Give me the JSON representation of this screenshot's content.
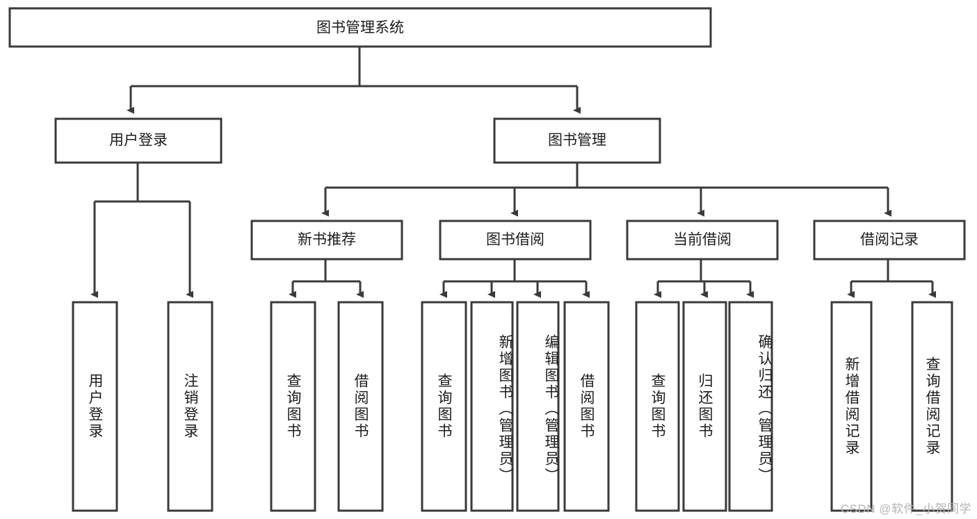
{
  "meta": {
    "kind": "hierarchy-tree-diagram",
    "colors": {
      "background": "#ffffff",
      "box_fill": "#ffffff",
      "box_stroke": "#3a3a3a",
      "text": "#1c1c1c",
      "watermark": "#b4b4b4"
    }
  },
  "watermark": {
    "text": "CSDN @软件_小贺同学"
  },
  "tree": {
    "root": {
      "id": "root",
      "label": "图书管理系统"
    },
    "level1": [
      {
        "id": "user-login",
        "label": "用户登录"
      },
      {
        "id": "book-management",
        "label": "图书管理"
      }
    ],
    "level2": [
      {
        "id": "new-book-recommend",
        "label": "新书推荐",
        "parent": "book-management"
      },
      {
        "id": "book-borrow",
        "label": "图书借阅",
        "parent": "book-management"
      },
      {
        "id": "current-borrow",
        "label": "当前借阅",
        "parent": "book-management"
      },
      {
        "id": "borrow-record",
        "label": "借阅记录",
        "parent": "book-management"
      }
    ],
    "leaves": [
      {
        "id": "leaf-user-login",
        "label": "用户登录",
        "parent": "user-login"
      },
      {
        "id": "leaf-user-logout",
        "label": "注销登录",
        "parent": "user-login"
      },
      {
        "id": "leaf-query-book-1",
        "label": "查询图书",
        "parent": "new-book-recommend"
      },
      {
        "id": "leaf-borrow-book-1",
        "label": "借阅图书",
        "parent": "new-book-recommend"
      },
      {
        "id": "leaf-query-book-2",
        "label": "查询图书",
        "parent": "book-borrow"
      },
      {
        "id": "leaf-add-book",
        "label": "新增图书（管理员）",
        "parent": "book-borrow"
      },
      {
        "id": "leaf-edit-book",
        "label": "编辑图书（管理员）",
        "parent": "book-borrow"
      },
      {
        "id": "leaf-borrow-book-2",
        "label": "借阅图书",
        "parent": "book-borrow"
      },
      {
        "id": "leaf-query-book-3",
        "label": "查询图书",
        "parent": "current-borrow"
      },
      {
        "id": "leaf-return-book",
        "label": "归还图书",
        "parent": "current-borrow"
      },
      {
        "id": "leaf-confirm-return",
        "label": "确认归还（管理员）",
        "parent": "current-borrow"
      },
      {
        "id": "leaf-add-record",
        "label": "新增借阅记录",
        "parent": "borrow-record"
      },
      {
        "id": "leaf-query-record",
        "label": "查询借阅记录",
        "parent": "borrow-record"
      }
    ]
  }
}
